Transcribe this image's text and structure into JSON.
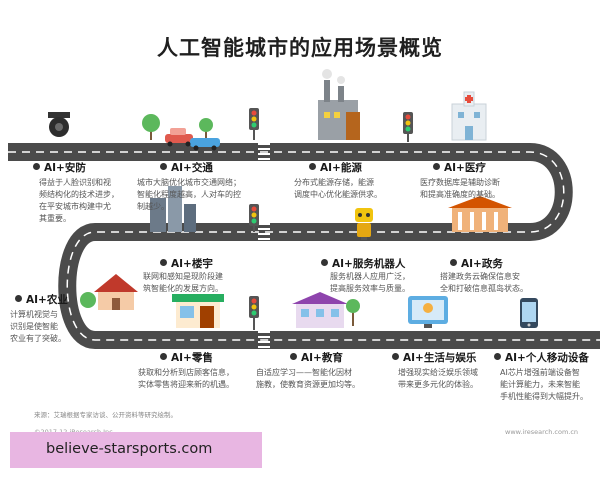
{
  "title": "人工智能城市的应用场景概览",
  "scenarios": [
    {
      "label": "AI+安防",
      "desc": [
        "得益于人脸识别和视",
        "频结构化的技术进步，",
        "在平安城市构建中尤",
        "其重要。"
      ]
    },
    {
      "label": "AI+交通",
      "desc": [
        "城市大脑优化城市交通网络；",
        "智能化程度越高，人对车的控",
        "制越少。"
      ]
    },
    {
      "label": "AI+能源",
      "desc": [
        "分布式能源存储，能源",
        "调度中心优化能源供求。"
      ]
    },
    {
      "label": "AI+医疗",
      "desc": [
        "医疗数据库是辅助诊断",
        "和提高准确度的基础。"
      ]
    },
    {
      "label": "AI+楼宇",
      "desc": [
        "联网和感知是现阶段建",
        "筑智能化的发展方向。"
      ]
    },
    {
      "label": "AI+服务机器人",
      "desc": [
        "服务机器人应用广泛，",
        "提高服务效率与质量。"
      ]
    },
    {
      "label": "AI+政务",
      "desc": [
        "搭建政务云确保信息安",
        "全和打破信息孤岛状态。"
      ]
    },
    {
      "label": "AI+农业",
      "desc": [
        "计算机视觉与",
        "识别是使智能",
        "农业有了突破。"
      ]
    },
    {
      "label": "AI+零售",
      "desc": [
        "获取和分析到店顾客信息，",
        "实体零售将迎来新的机遇。"
      ]
    },
    {
      "label": "AI+教育",
      "desc": [
        "自适应学习——智能化因材",
        "施教，使教育资源更加均等。"
      ]
    },
    {
      "label": "AI+生活与娱乐",
      "desc": [
        "增强现实给泛娱乐领域",
        "带来更多元化的体验。"
      ]
    },
    {
      "label": "AI+个人移动设备",
      "desc": [
        "AI芯片增强前端设备智",
        "能计算能力，未来智能",
        "手机性能得到大幅提升。"
      ]
    }
  ],
  "source": "来源：艾瑞根据专家访谈、公开资料等研究绘制。",
  "copyright": "©2017.12 iResearch Inc.",
  "site": "www.iresearch.com.cn",
  "watermark": "believe-starsports.com",
  "colors": {
    "road": "#4b4b4b",
    "dash": "#ffffff",
    "label": "#1a1a1a",
    "desc": "#555555",
    "tree": "#5cb85c",
    "watermark": "#e8b6e2"
  }
}
